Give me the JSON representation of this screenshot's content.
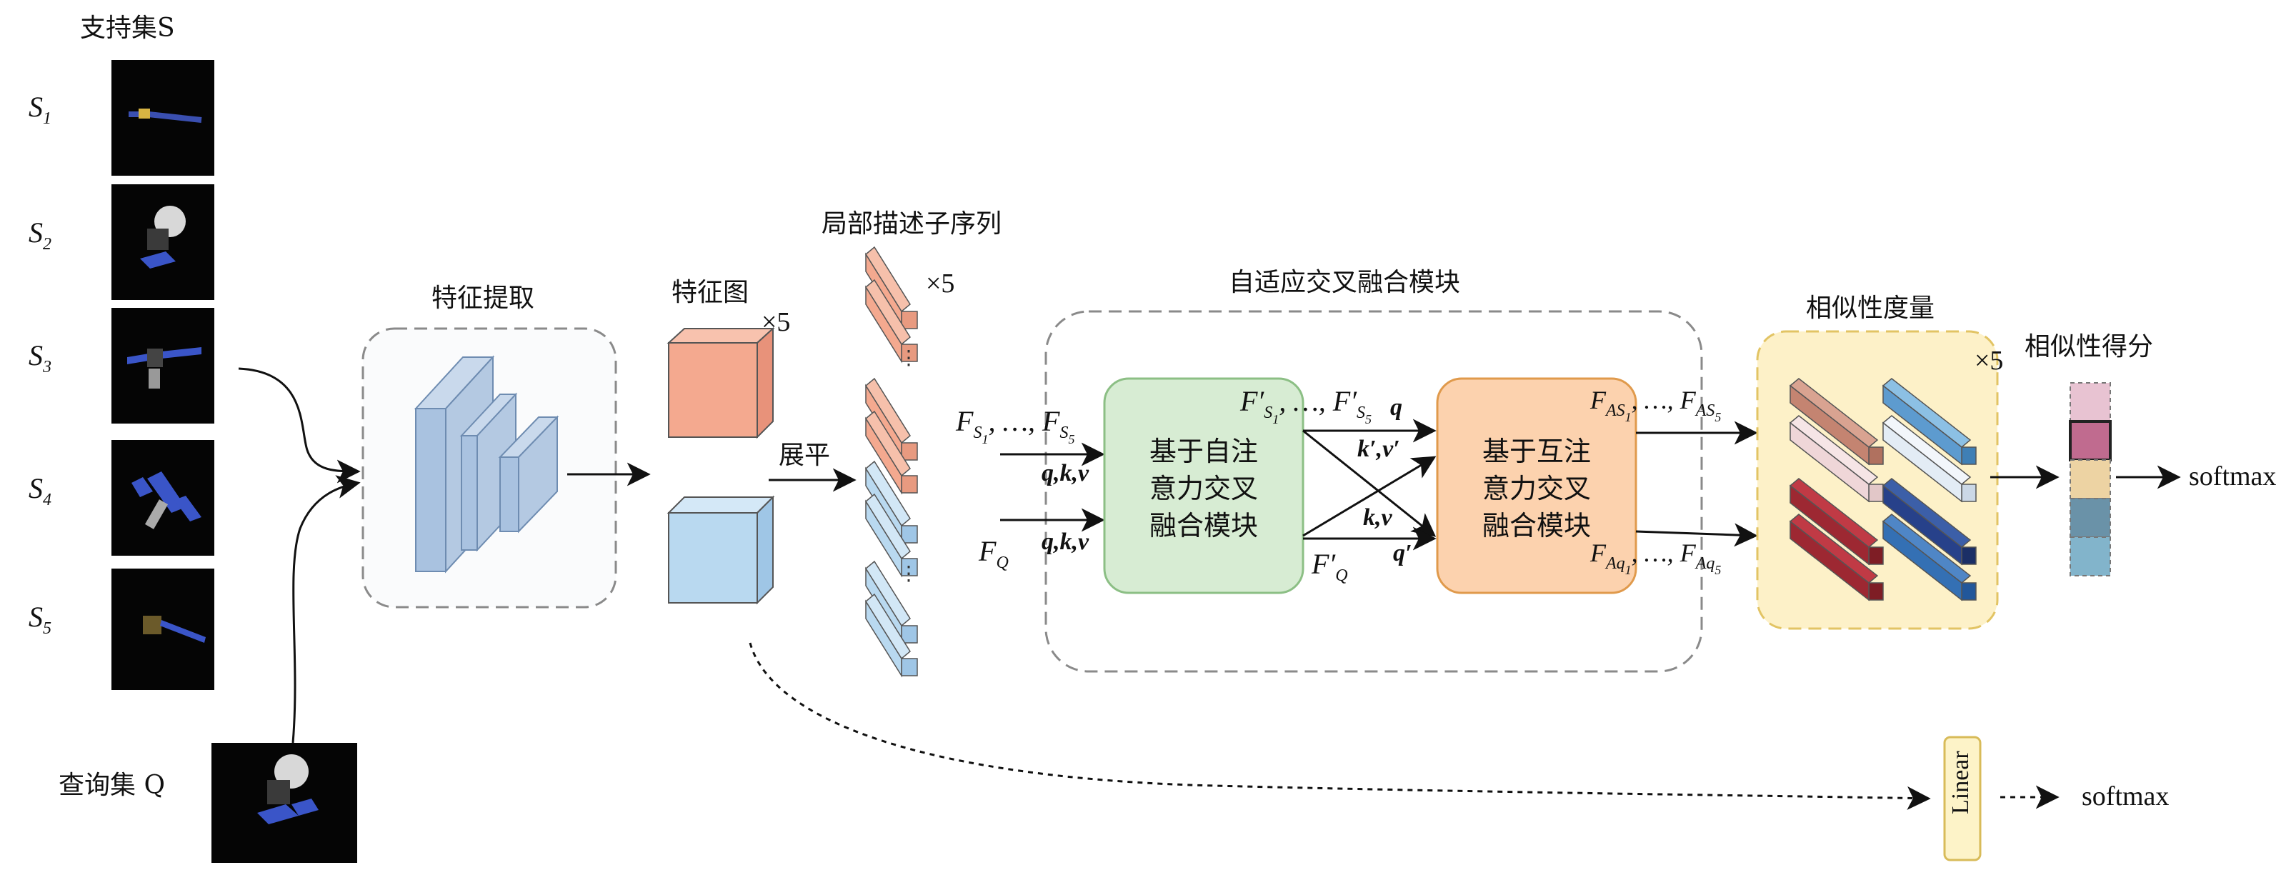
{
  "support_set": {
    "title": "支持集S",
    "items": [
      {
        "label": "S1"
      },
      {
        "label": "S2"
      },
      {
        "label": "S3"
      },
      {
        "label": "S4"
      },
      {
        "label": "S5"
      }
    ]
  },
  "query_set": {
    "title": "查询集 Q"
  },
  "feature_extraction": {
    "title": "特征提取"
  },
  "feature_map": {
    "title": "特征图",
    "multiplier": "×5"
  },
  "flatten": {
    "label": "展平"
  },
  "local_descriptors": {
    "title": "局部描述子序列",
    "multiplier": "×5"
  },
  "adaptive_fusion": {
    "title": "自适应交叉融合模块"
  },
  "self_attn_module": {
    "line1": "基于自注",
    "line2": "意力交叉",
    "line3": "融合模块"
  },
  "mutual_attn_module": {
    "line1": "基于互注",
    "line2": "意力交叉",
    "line3": "融合模块"
  },
  "similarity_measure": {
    "title": "相似性度量",
    "multiplier": "×5"
  },
  "similarity_score": {
    "title": "相似性得分"
  },
  "io_labels": {
    "fs_main": "F",
    "fs_sub1": "S",
    "fs_sub1b": "1",
    "fs_sep": ", …, ",
    "fs_sub5": "S",
    "fs_sub5b": "5",
    "qkv": "q,k,v",
    "fq_main": "F",
    "fq_sub": "Q",
    "fsp_main": "F′",
    "fsp_sep": ", …, ",
    "q": "q",
    "kv_prime": "k′,v′",
    "kv": "k,v",
    "q_prime": "q′",
    "fqp_main": "F′",
    "fqp_sub": "Q",
    "fas_main": "F",
    "fas_sub": "AS",
    "fas_sep": ", …, ",
    "faq_main": "F",
    "faq_sub": "Aq",
    "faq_sep": ", …, ",
    "idx1": "1",
    "idx5": "5"
  },
  "outputs": {
    "softmax_top": "softmax",
    "linear": "Linear",
    "softmax_bottom": "softmax"
  },
  "colors": {
    "feature_cube_orange": "#f4a98f",
    "feature_cube_blue": "#b9d9f0",
    "self_attn_fill": "#d7ecd3",
    "mutual_attn_fill": "#fcd2ae",
    "similarity_fill": "#fdf1c8"
  },
  "score_cells": [
    {
      "color": "#e8c3d2"
    },
    {
      "color": "#c06b8f"
    },
    {
      "color": "#edd3a3"
    },
    {
      "color": "#6a92a8"
    },
    {
      "color": "#82b4cb"
    }
  ]
}
